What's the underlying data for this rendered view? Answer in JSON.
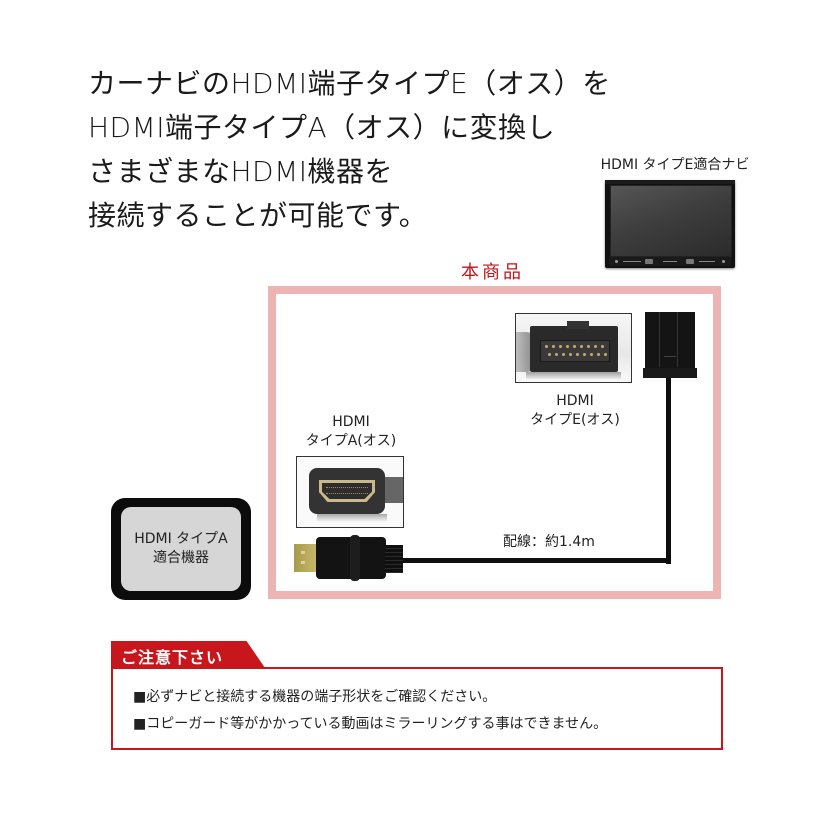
{
  "headline": {
    "lines": [
      "カーナビのHDMI端子タイプE（オス）を",
      "HDMI端子タイプA（オス）に変換し",
      "さまざまなHDMI機器を",
      "接続することが可能です。"
    ]
  },
  "navi": {
    "label": "HDMI タイプE適合ナビ",
    "icon": "car-navigation-unit"
  },
  "product": {
    "label": "本商品",
    "frame_color": "#ecb4b3",
    "label_color": "#c0151a"
  },
  "connector_e": {
    "label_line1": "HDMI",
    "label_line2": "タイプE(オス)"
  },
  "connector_a": {
    "label_line1": "HDMI",
    "label_line2": "タイプA(オス)"
  },
  "cable": {
    "label": "配線：約1.4m"
  },
  "device": {
    "line1": "HDMI タイプA",
    "line2": "適合機器"
  },
  "caution": {
    "title": "ご注意下さい",
    "accent_color": "#c8161d",
    "items": [
      "■必ずナビと接続する機器の端子形状をご確認ください。",
      "■コピーガード等がかかっている動画はミラーリングする事はできません。"
    ]
  }
}
